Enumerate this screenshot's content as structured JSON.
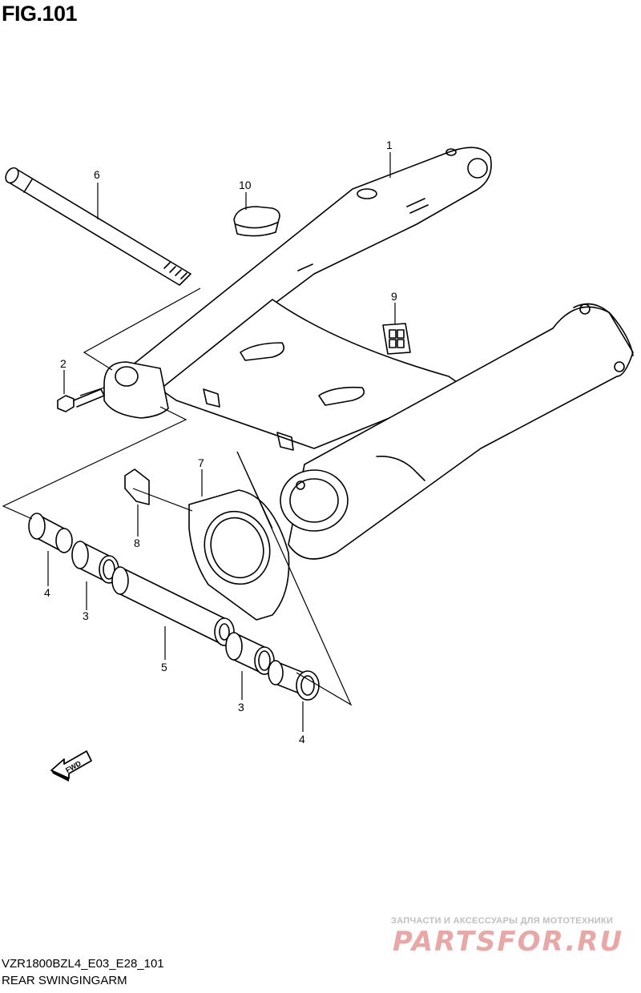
{
  "figure": {
    "title": "FIG.101"
  },
  "callouts": [
    {
      "id": "c1",
      "label": "1"
    },
    {
      "id": "c2",
      "label": "2"
    },
    {
      "id": "c3a",
      "label": "3"
    },
    {
      "id": "c3b",
      "label": "3"
    },
    {
      "id": "c4a",
      "label": "4"
    },
    {
      "id": "c4b",
      "label": "4"
    },
    {
      "id": "c5",
      "label": "5"
    },
    {
      "id": "c6",
      "label": "6"
    },
    {
      "id": "c7",
      "label": "7"
    },
    {
      "id": "c8",
      "label": "8"
    },
    {
      "id": "c9",
      "label": "9"
    },
    {
      "id": "c10",
      "label": "10"
    }
  ],
  "fwd_arrow": {
    "label": "FWD"
  },
  "watermark": {
    "tagline": "ЗАПЧАСТИ И АКСЕССУАРЫ ДЛЯ МОТОТЕХНИКИ",
    "brand": "PARTSFOR.RU"
  },
  "footer": {
    "model_code": "VZR1800BZL4_E03_E28_101",
    "section_name": "REAR SWINGINGARM"
  }
}
